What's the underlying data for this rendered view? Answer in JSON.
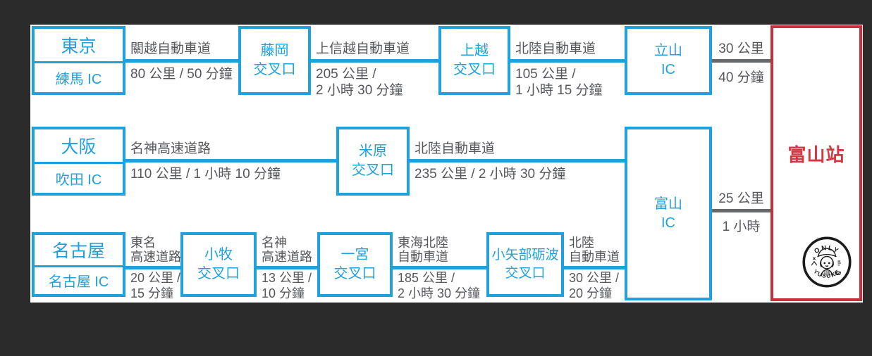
{
  "colors": {
    "background": "#2b2b2b",
    "panel": "#ffffff",
    "blue": "#1fa1db",
    "red_border": "#c8303b",
    "red_text": "#d63640",
    "gray_text": "#56575a",
    "gray_line": "#67686a"
  },
  "destination": {
    "title": "富山站"
  },
  "logo": {
    "top": "ONLY",
    "bottom": "YUSUKE"
  },
  "toyama_ic": {
    "line1": "富山",
    "line2": "IC"
  },
  "tokyo": {
    "city": "東京",
    "ic": "練馬 IC",
    "seg1": {
      "road": "關越自動車道",
      "info1": "80 公里 / 50 分鐘"
    },
    "node1": {
      "line1": "藤岡",
      "line2": "交叉口"
    },
    "seg2": {
      "road": "上信越自動車道",
      "info1": "205 公里 /",
      "info2": "2 小時 30 分鐘"
    },
    "node2": {
      "line1": "上越",
      "line2": "交叉口"
    },
    "seg3": {
      "road": "北陸自動車道",
      "info1": "105 公里 /",
      "info2": "1 小時 15 分鐘"
    },
    "node3": {
      "line1": "立山",
      "line2": "IC"
    },
    "final": {
      "dist": "30 公里",
      "time": "40 分鐘"
    }
  },
  "osaka": {
    "city": "大阪",
    "ic": "吹田 IC",
    "seg1": {
      "road": "名神高速道路",
      "info1": "110 公里 / 1 小時 10 分鐘"
    },
    "node1": {
      "line1": "米原",
      "line2": "交叉口"
    },
    "seg2": {
      "road": "北陸自動車道",
      "info1": "235 公里 / 2 小時 30 分鐘"
    },
    "final": {
      "dist": "25 公里",
      "time": "1 小時"
    }
  },
  "nagoya": {
    "city": "名古屋",
    "ic": "名古屋 IC",
    "seg1": {
      "road1": "東名",
      "road2": "高速道路",
      "info1": "20 公里 /",
      "info2": "15 分鐘"
    },
    "node1": {
      "line1": "小牧",
      "line2": "交叉口"
    },
    "seg2": {
      "road1": "名神",
      "road2": "高速道路",
      "info1": "13 公里 /",
      "info2": "10 分鐘"
    },
    "node2": {
      "line1": "一宮",
      "line2": "交叉口"
    },
    "seg3": {
      "road1": "東海北陸",
      "road2": "自動車道",
      "info1": "185 公里 /",
      "info2": "2 小時 30 分鐘"
    },
    "node3": {
      "line1": "小矢部砺波",
      "line2": "交叉口"
    },
    "seg4": {
      "road1": "北陸",
      "road2": "自動車道",
      "info1": "30 公里 /",
      "info2": "20 分鐘"
    }
  }
}
